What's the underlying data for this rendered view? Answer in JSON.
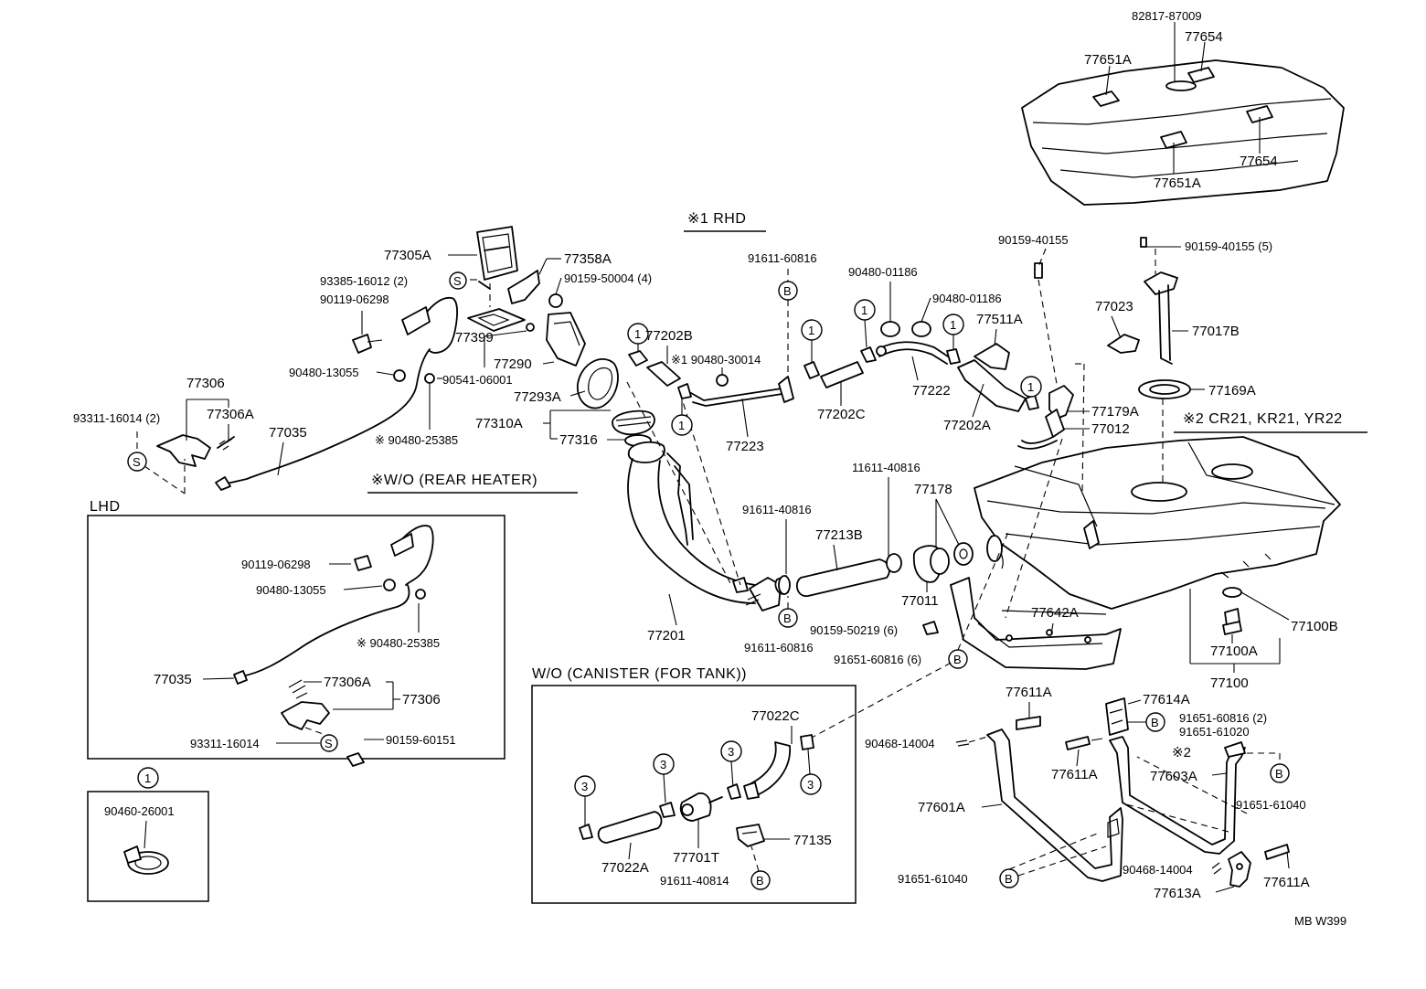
{
  "headers": {
    "rhd": "※1 RHD",
    "cr21": "※2 CR21, KR21, YR22",
    "rear_heater": "※W/O (REAR  HEATER)",
    "lhd": "LHD",
    "canister": "W/O (CANISTER (FOR  TANK))",
    "code": "MB   W399"
  },
  "symbols": {
    "s": "S",
    "b": "B",
    "one": "1",
    "three": "3"
  },
  "labels": {
    "p82817": "82817-87009",
    "p77654a": "77654",
    "p77651a_t": "77651A",
    "p77654b": "77654",
    "p77651a_b": "77651A",
    "p90159_top": "90159-40155",
    "p90159_5": "90159-40155 (5)",
    "p77023": "77023",
    "p77017b": "77017B",
    "p77169a": "77169A",
    "p77305a": "77305A",
    "p77358a": "77358A",
    "p93385": "93385-16012 (2)",
    "p90159_4": "90159-50004 (4)",
    "p90119_a": "90119-06298",
    "p77399": "77399",
    "p77290": "77290",
    "p90480_13055_a": "90480-13055",
    "p90541": "90541-06001",
    "p77293a": "77293A",
    "p77306_a": "77306",
    "p93311_2": "93311-16014 (2)",
    "p77306a_a": "77306A",
    "p77035_a": "77035",
    "p90480_25385_a": "※ 90480-25385",
    "p77310a": "77310A",
    "p77316": "77316",
    "p91611_60816_t": "91611-60816",
    "p77202b": "77202B",
    "p90480_30014": "※1 90480-30014",
    "p77223": "77223",
    "p77202c": "77202C",
    "p90480_01186_a": "90480-01186",
    "p90480_01186_b": "90480-01186",
    "p77222": "77222",
    "p77511a": "77511A",
    "p77202a": "77202A",
    "p77179a": "77179A",
    "p77012": "77012",
    "p11611": "11611-40816",
    "p77178": "77178",
    "p91611_40816_m": "91611-40816",
    "p77213b": "77213B",
    "p77011": "77011",
    "p77642a": "77642A",
    "p77201": "77201",
    "p91611_60816_b": "91611-60816",
    "p90159_50219": "90159-50219 (6)",
    "p91651_60816_6": "91651-60816 (6)",
    "p77100b": "77100B",
    "p77100a": "77100A",
    "p77100": "77100",
    "p90119_b": "90119-06298",
    "p90480_13055_b": "90480-13055",
    "p90480_25385_b": "※ 90480-25385",
    "p77035_b": "77035",
    "p77306a_b": "77306A",
    "p77306_b": "77306",
    "p93311": "93311-16014",
    "p90159_60151": "90159-60151",
    "p90460": "90460-26001",
    "p77022c": "77022C",
    "p77022a": "77022A",
    "p77701t": "77701T",
    "p77135": "77135",
    "p91611_40814": "91611-40814",
    "p77611a_t": "77611A",
    "p77614a": "77614A",
    "p91651_60816_2": "91651-60816 (2)",
    "p91651_61020": "91651-61020",
    "p90468_a": "90468-14004",
    "p77611a_m": "77611A",
    "p_x2": "※2",
    "p77603a": "77603A",
    "p91651_61040_r": "91651-61040",
    "p77601a": "77601A",
    "p90468_b": "90468-14004",
    "p77611a_r": "77611A",
    "p91651_61040_l": "91651-61040",
    "p77613a": "77613A"
  }
}
